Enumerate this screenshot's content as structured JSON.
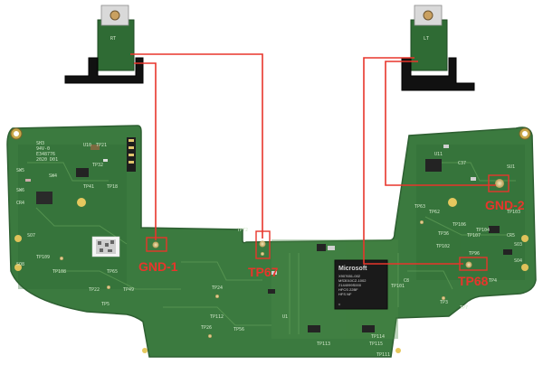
{
  "switches": [
    {
      "id": "RT",
      "label": "RT"
    },
    {
      "id": "LT",
      "label": "LT"
    }
  ],
  "test_points": [
    {
      "id": "GND-1",
      "label": "GND-1"
    },
    {
      "id": "TP67",
      "label": "TP67"
    },
    {
      "id": "GND-2",
      "label": "GND-2"
    },
    {
      "id": "TP68",
      "label": "TP68"
    }
  ],
  "chip": {
    "brand": "Microsoft",
    "lines": [
      "X907651-002",
      "MS3010CZ-1002",
      "2144099S000",
      "HFCS 22BF",
      "HFS NF"
    ]
  },
  "silkscreen": {
    "top_left_block": [
      "SH3",
      "94V-0",
      "E348776",
      "2020 D01"
    ],
    "labels": [
      "U10",
      "TP21",
      "TP32",
      "TP41",
      "TP18",
      "SW4",
      "SW5",
      "SW6",
      "CR4",
      "SO7",
      "SO8",
      "TP109",
      "TP108",
      "TP22",
      "TP65",
      "TP49",
      "TP24",
      "TP5",
      "TP112",
      "TP26",
      "TP56",
      "TP72",
      "TP113",
      "TP115",
      "TP114",
      "TP111",
      "TP101",
      "TP7",
      "TP63",
      "TP62",
      "TP36",
      "TP106",
      "TP107",
      "TP104",
      "TP103",
      "TP96",
      "TP102",
      "SU1",
      "SO3",
      "SO4",
      "CR5",
      "C37",
      "U11",
      "U1",
      "C8",
      "TP4",
      "TP3"
    ]
  },
  "colors": {
    "trace": "#e8352b",
    "board": "#3b7a3f",
    "board_dark": "#2e6a33",
    "chip": "#1a1a1a"
  }
}
